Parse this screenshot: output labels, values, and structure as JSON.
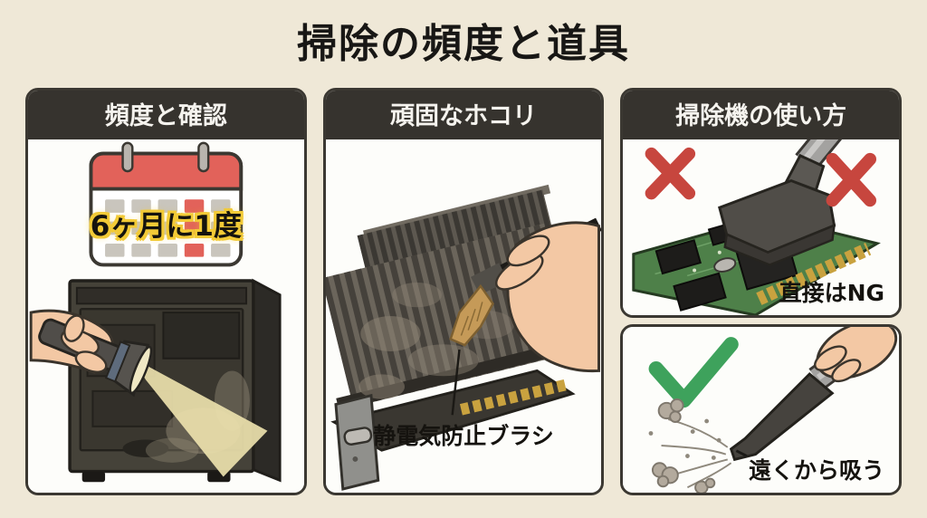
{
  "title": "掃除の頻度と道具",
  "panels": {
    "frequency": {
      "header": "頻度と確認",
      "calendar_label": "6ヶ月に1度"
    },
    "dust": {
      "header": "頑固なホコリ",
      "caption": "静電気防止ブラシ"
    },
    "vacuum": {
      "header": "掃除機の使い方",
      "ng_label": "直接はNG",
      "ok_label": "遠くから吸う"
    }
  },
  "icons": {
    "cross": "✕",
    "check": "✓",
    "calendar": "calendar",
    "flashlight": "flashlight",
    "brush": "anti-static brush",
    "vacuum_nozzle": "vacuum nozzle"
  },
  "colors": {
    "background": "#efe8d7",
    "panel_header": "#36332e",
    "panel_border": "#3b3832",
    "panel_body": "#fdfdfa",
    "cross_red": "#c7463e",
    "check_green": "#3ea25c",
    "calendar_red": "#e2625a",
    "highlight_yellow": "#f2ca36",
    "beam_yellow": "#ece1ac",
    "pcb_green": "#4e8049",
    "gold": "#c9a23f",
    "skin": "#f3c8a4",
    "brush_tan": "#c59a58"
  }
}
